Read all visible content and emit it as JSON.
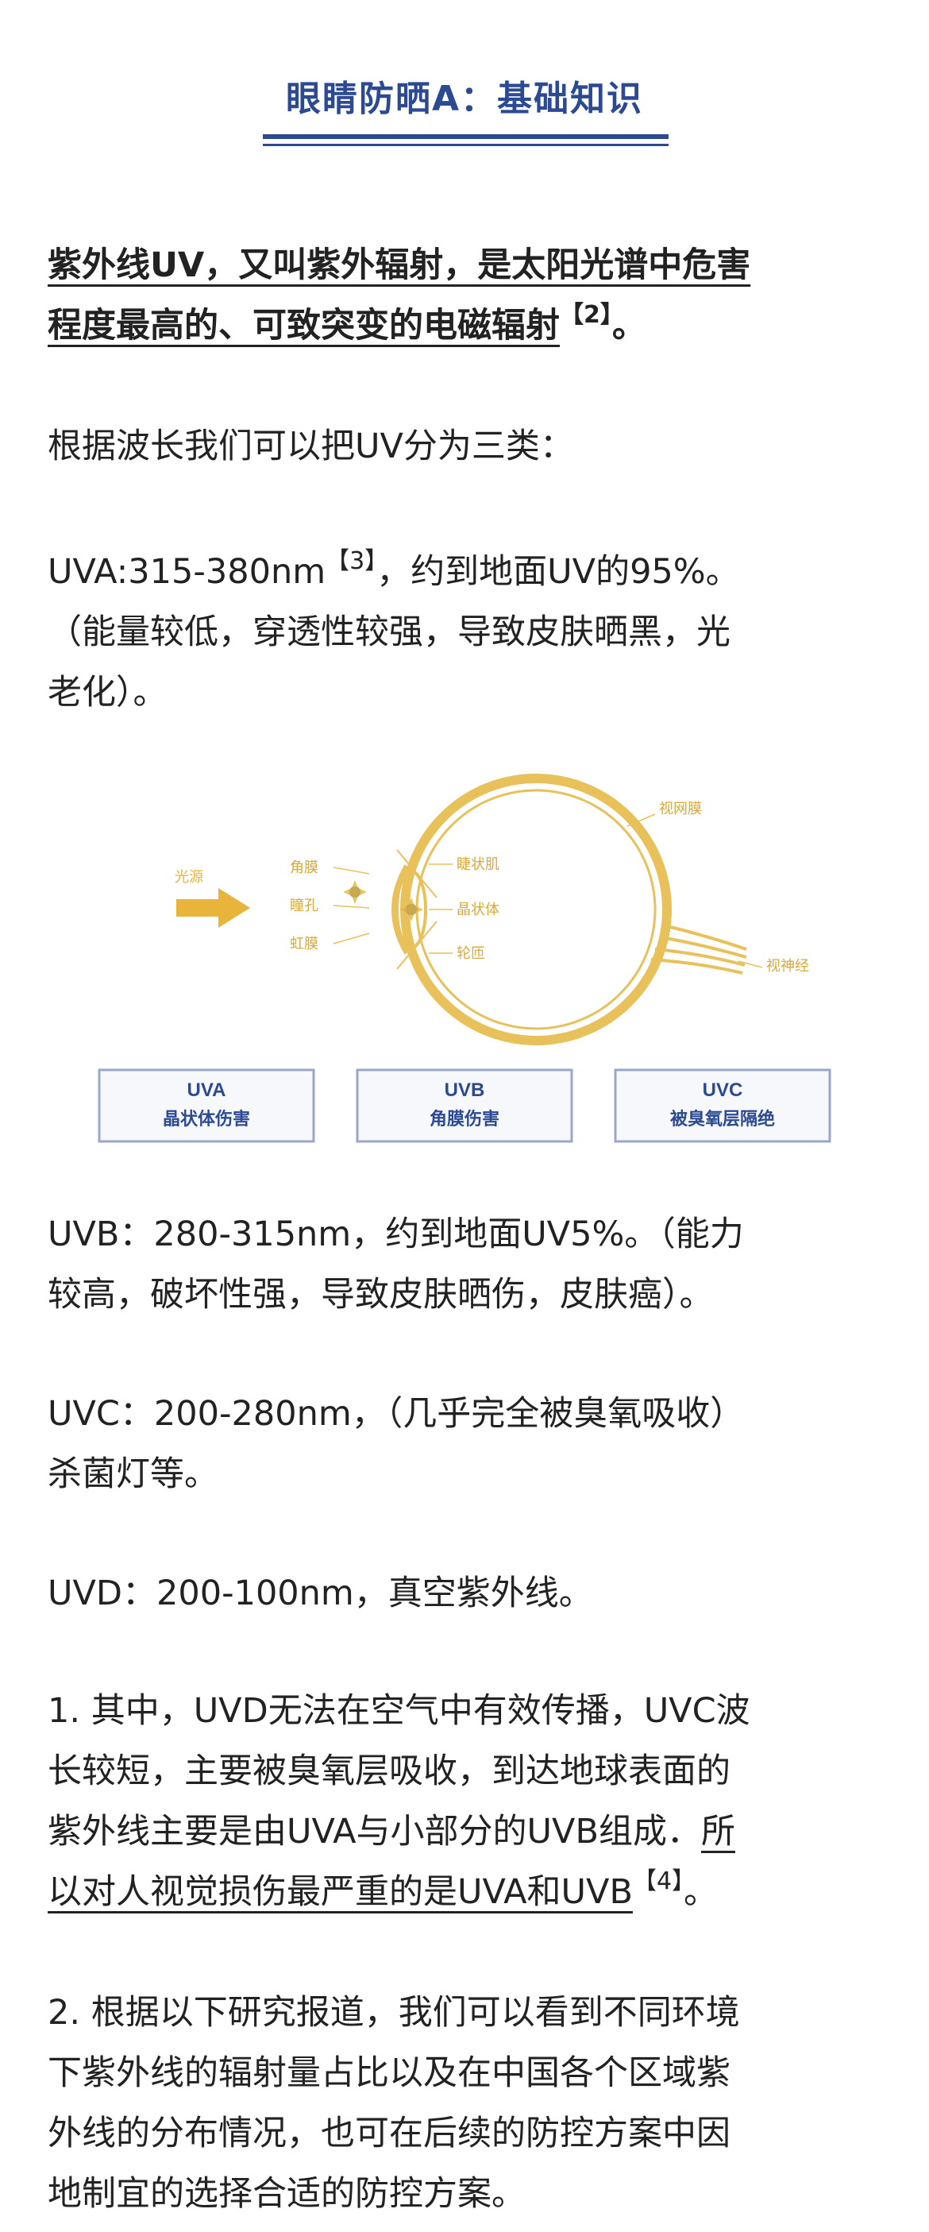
{
  "header": {
    "title": "眼睛防晒A：基础知识"
  },
  "intro": {
    "line1": "紫外线UV，又叫紫外辐射，是太阳光谱中危害",
    "line2": "程度最高的、可致突变的电磁辐射",
    "ref": "【2】",
    "end": "。"
  },
  "classify": "根据波长我们可以把UV分为三类：",
  "uva": {
    "prefix": "UVA:315-380nm",
    "ref": "【3】",
    "rest": "，约到地面UV的95%。",
    "line2": "（能量较低，穿透性较强，导致皮肤晒黑，光",
    "line3": "老化）。"
  },
  "diagram": {
    "light_label": "光源",
    "labels": {
      "cornea": "角膜",
      "pupil": "瞳孔",
      "iris": "虹膜",
      "ciliary": "睫状肌",
      "lens": "晶状体",
      "retina_tissue": "轮匝",
      "retina": "视网膜",
      "optic_nerve": "视神经"
    },
    "boxes": [
      {
        "name": "UVA",
        "desc": "晶状体伤害"
      },
      {
        "name": "UVB",
        "desc": "角膜伤害"
      },
      {
        "name": "UVC",
        "desc": "被臭氧层隔绝"
      }
    ],
    "colors": {
      "eye": "#e8c15a",
      "arrow": "#e9b43a",
      "box_text": "#2c4a93",
      "box_border": "#9aa7c7"
    }
  },
  "uvb": {
    "line1": "UVB：280-315nm，约到地面UV5%。（能力",
    "line2": "较高，破坏性强，导致皮肤晒伤，皮肤癌）。"
  },
  "uvc": {
    "line1": "UVC：200-280nm，（几乎完全被臭氧吸收）",
    "line2": "杀菌灯等。"
  },
  "uvd": "UVD：200-100nm，真空紫外线。",
  "point1": {
    "line1": "1. 其中，UVD无法在空气中有效传播，UVC波",
    "line2": "长较短，主要被臭氧层吸收，到达地球表面的",
    "line3a": "紫外线主要是由UVA与小部分的UVB组成．",
    "line3b": "所",
    "line4": "以对人视觉损伤最严重的是UVA和UVB",
    "ref": "【4】",
    "end": "。"
  },
  "point2": {
    "line1": "2. 根据以下研究报道，我们可以看到不同环境",
    "line2": "下紫外线的辐射量占比以及在中国各个区域紫",
    "line3": "外线的分布情况，也可在后续的防控方案中因",
    "line4": "地制宜的选择合适的防控方案。"
  }
}
